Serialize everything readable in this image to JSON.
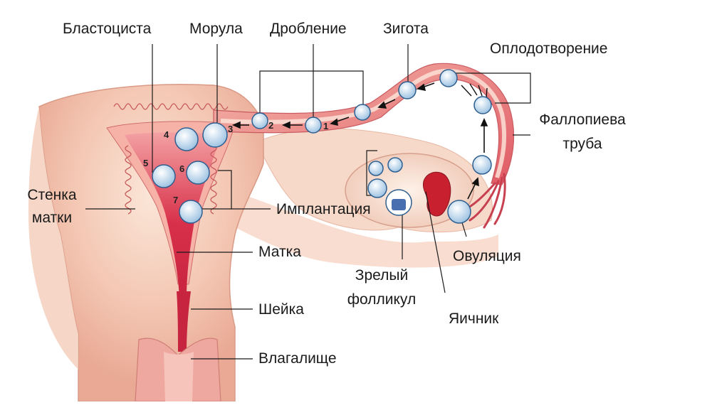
{
  "labels": {
    "blastocyst": "Бластоциста",
    "morula": "Морула",
    "cleavage": "Дробление",
    "zygote": "Зигота",
    "fertilization": "Оплодотворение",
    "tube_line1": "Фаллопиева",
    "tube_line2": "труба",
    "wall_line1": "Стенка",
    "wall_line2": "матки",
    "implantation": "Имплантация",
    "uterus": "Матка",
    "cervix": "Шейка",
    "vagina": "Влагалище",
    "ovulation": "Овуляция",
    "follicle_line1": "Зрелый",
    "follicle_line2": "фолликул",
    "ovary": "Яичник"
  },
  "stage_numbers": [
    "1",
    "2",
    "3",
    "4",
    "5",
    "6",
    "7"
  ],
  "colors": {
    "uterus_outer": "#f2c9b4",
    "uterus_wall": "#eba497",
    "cavity": "#d9304a",
    "tube": "#e3707a",
    "cell": "#a9cbe6",
    "cell_stroke": "#2f5f8f"
  }
}
